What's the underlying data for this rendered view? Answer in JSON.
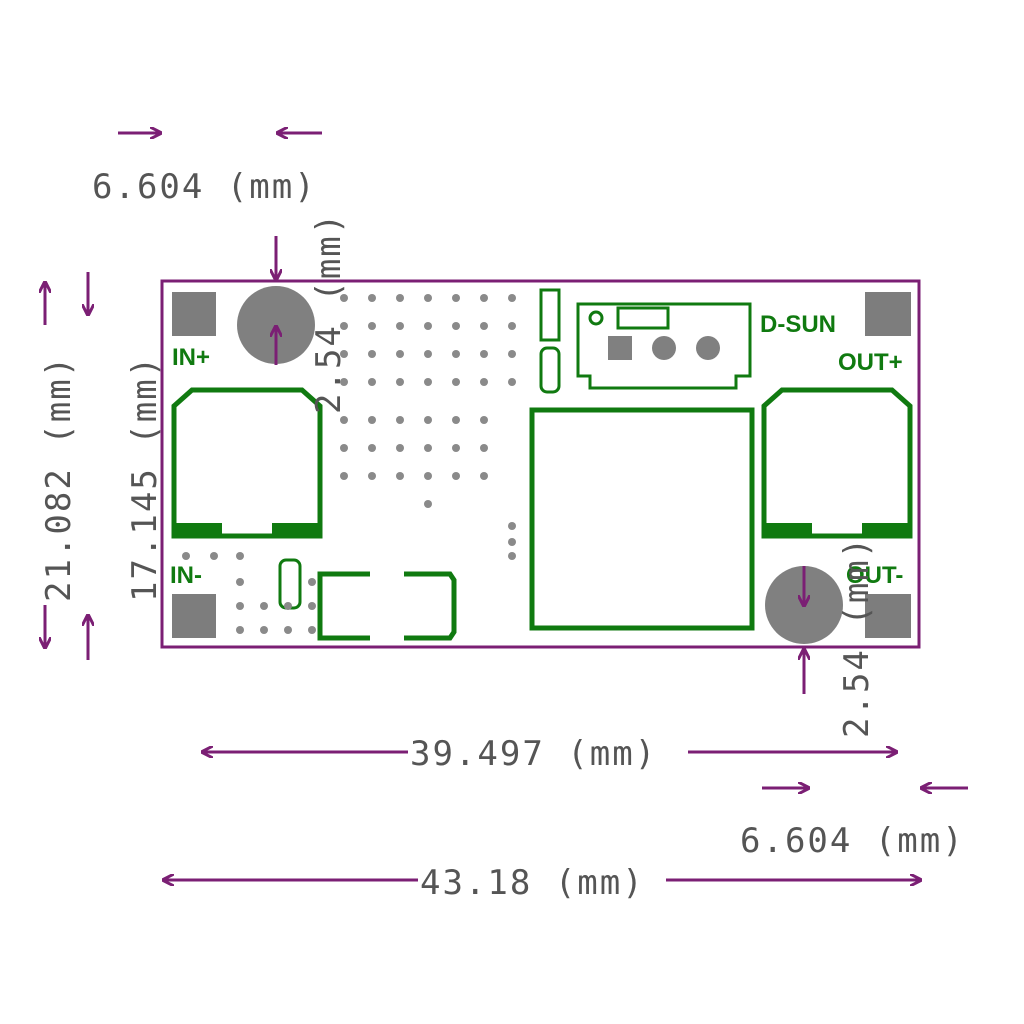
{
  "board": {
    "brand": "D-SUN",
    "labels": {
      "in_plus": "IN+",
      "in_minus": "IN-",
      "out_plus": "OUT+",
      "out_minus": "OUT-"
    }
  },
  "dimensions": {
    "top_left_width": "6.604 (mm)",
    "hole_top_offset": "2.54 (mm)",
    "board_height": "21.082 (mm)",
    "inner_height": "17.145 (mm)",
    "hole_bottom_offset": "2.54 (mm)",
    "hole_spacing": "39.497 (mm)",
    "bottom_right_width": "6.604 (mm)",
    "board_width": "43.18 (mm)"
  },
  "colors": {
    "dimension": "#7b1f74",
    "silkscreen": "#107a10",
    "outline": "#7b1f74",
    "pad": "#7d7d7d",
    "text": "#555555"
  }
}
